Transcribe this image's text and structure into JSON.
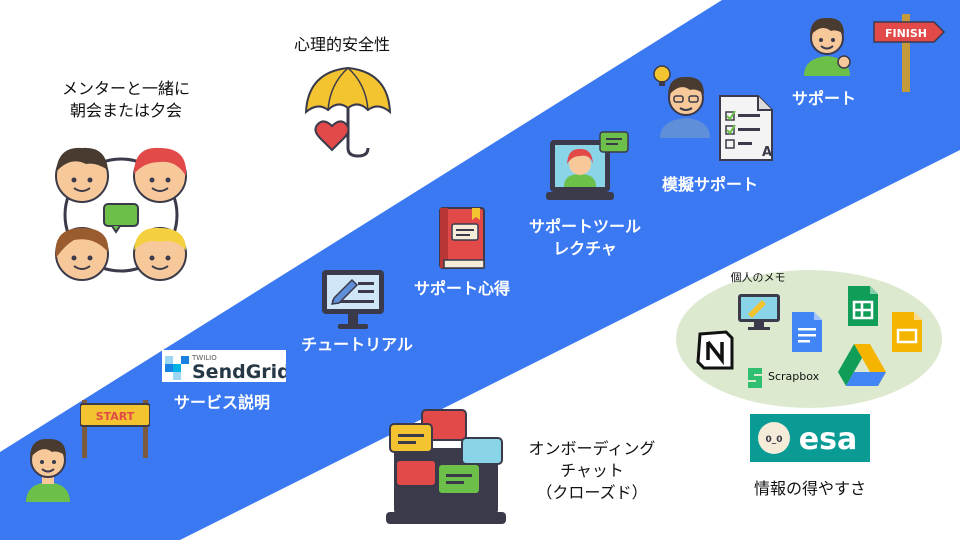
{
  "colors": {
    "band": "#3b79f3",
    "ellipse": "#dde9cf",
    "dark": "#3a3a4a",
    "skin": "#f7c99a",
    "hair": "#4a3b30"
  },
  "steps": [
    {
      "label": "サービス説明",
      "logo_small": "TWILIO",
      "logo": "SendGrid",
      "icon": "sendgrid-logo"
    },
    {
      "label": "チュートリアル",
      "icon": "monitor-edit-icon"
    },
    {
      "label": "サポート心得",
      "icon": "notebook-icon"
    },
    {
      "label_lines": [
        "サポートツール",
        "レクチャ"
      ],
      "icon": "laptop-presenter-icon"
    },
    {
      "label": "模擬サポート",
      "icon": "test-sheet-icon"
    },
    {
      "label": "サポート",
      "icon": "support-person-icon"
    }
  ],
  "flags": {
    "start": "START",
    "finish": "FINISH"
  },
  "side_items": {
    "meeting": {
      "lines": [
        "メンターと一緒に",
        "朝会または夕会"
      ],
      "icon": "team-meeting-icon"
    },
    "safety": {
      "label": "心理的安全性",
      "icon": "umbrella-heart-icon"
    },
    "chat": {
      "lines": [
        "オンボーディング",
        "チャット",
        "（クローズド）"
      ],
      "icon": "chat-laptop-icon"
    },
    "memo": {
      "title": "個人のメモ",
      "tools": [
        "notion-icon",
        "docs-icon",
        "sheets-icon",
        "slides-icon",
        "drive-icon",
        "scrapbox-icon"
      ],
      "scrapbox_label": "Scrapbox"
    },
    "esa": {
      "logo": "esa",
      "eyes": "0_0",
      "caption": "情報の得やすさ",
      "icon": "esa-logo"
    }
  }
}
